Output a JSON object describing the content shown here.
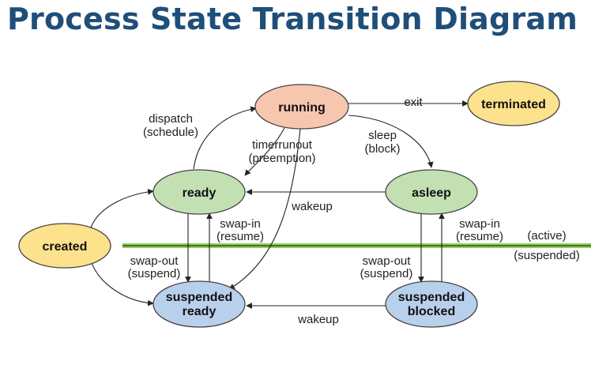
{
  "title": "Process State Transition Diagram",
  "states": {
    "running": {
      "label": "running",
      "color": "#f6c7ae"
    },
    "terminated": {
      "label": "terminated",
      "color": "#fce28c"
    },
    "ready": {
      "label": "ready",
      "color": "#c3e0b3"
    },
    "asleep": {
      "label": "asleep",
      "color": "#c3e0b3"
    },
    "created": {
      "label": "created",
      "color": "#fce28c"
    },
    "suspended_ready": {
      "label_line1": "suspended",
      "label_line2": "ready",
      "color": "#b9d0ec"
    },
    "suspended_blocked": {
      "label_line1": "suspended",
      "label_line2": "blocked",
      "color": "#b9d0ec"
    }
  },
  "transitions": {
    "exit": "exit",
    "dispatch": "dispatch",
    "schedule": "(schedule)",
    "timerrunout": "timerrunout",
    "preemption": "(preemption)",
    "sleep": "sleep",
    "block": "(block)",
    "wakeup_top": "wakeup",
    "wakeup_bottom": "wakeup",
    "swap_in_left": "swap-in",
    "resume_left": "(resume)",
    "swap_out_left": "swap-out",
    "suspend_left": "(suspend)",
    "swap_in_right": "swap-in",
    "resume_right": "(resume)",
    "swap_out_right": "swap-out",
    "suspend_right": "(suspend)"
  },
  "regions": {
    "active": "(active)",
    "suspended": "(suspended)",
    "divider_color": "#8fd14f"
  }
}
